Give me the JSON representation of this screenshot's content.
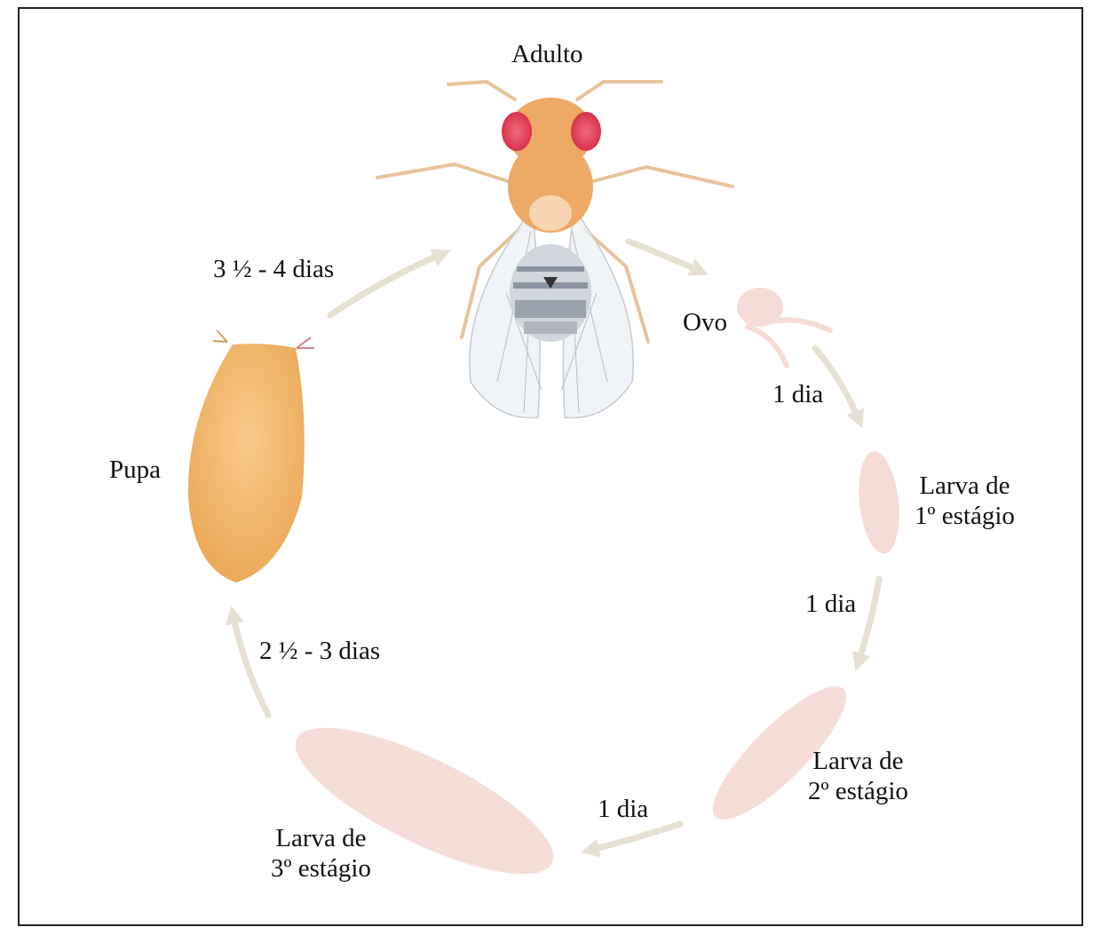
{
  "title": "Adulto",
  "stages": {
    "adult": "Adulto",
    "egg": "Ovo",
    "larva1_line1": "Larva de",
    "larva1_line2": "1º estágio",
    "larva2_line1": "Larva de",
    "larva2_line2": "2º estágio",
    "larva3_line1": "Larva de",
    "larva3_line2": "3º estágio",
    "pupa": "Pupa"
  },
  "durations": {
    "egg_to_larva1": "1 dia",
    "larva1_to_larva2": "1 dia",
    "larva2_to_larva3": "1 dia",
    "larva3_to_pupa": "2 ½ - 3 dias",
    "pupa_to_adult": "3 ½ - 4 dias"
  },
  "colors": {
    "arrow": "#e6e1d2",
    "larva": "#f5dcd6",
    "pupa": "#f2b76a",
    "fly_body": "#eea966",
    "fly_eye": "#e8485e",
    "fly_abdomen": "#9aa3ad",
    "frame": "#222222"
  }
}
